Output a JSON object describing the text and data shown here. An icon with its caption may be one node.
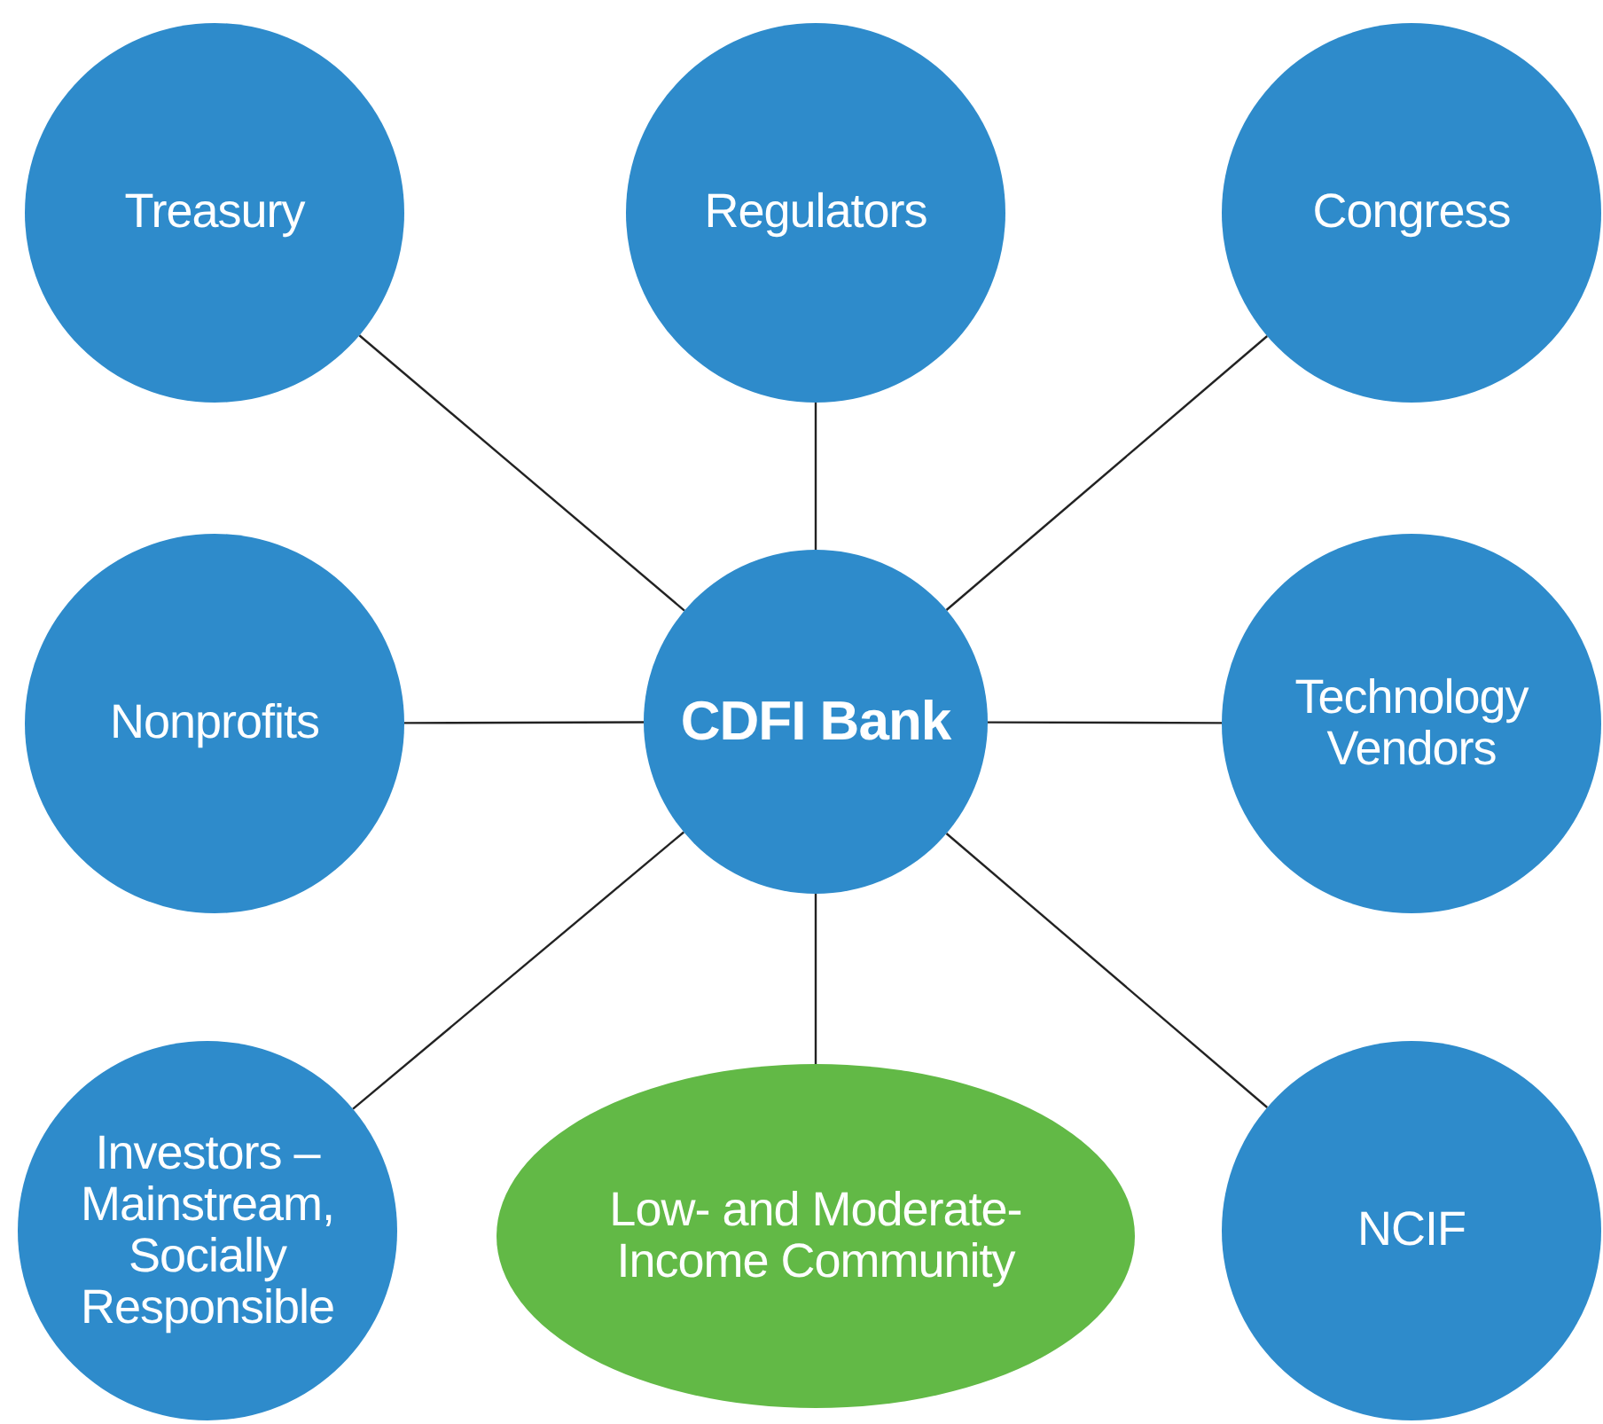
{
  "diagram": {
    "nodes": [
      {
        "text": [
          "Treasury"
        ]
      },
      {
        "text": [
          "Regulators"
        ]
      },
      {
        "text": [
          "Congress"
        ]
      },
      {
        "text": [
          "Nonprofits"
        ]
      },
      {
        "text": [
          "CDFI Bank"
        ]
      },
      {
        "text": [
          "Technology Vendors"
        ]
      },
      {
        "text": [
          "Investors – Mainstream, Socially Responsible"
        ]
      },
      {
        "text": [
          "Low- and Moderate-Income Community"
        ]
      },
      {
        "text": [
          "NCIF"
        ]
      }
    ],
    "edges": [
      {
        "from": 4,
        "to": 0,
        "arrow": "none"
      },
      {
        "from": 4,
        "to": 1,
        "arrow": "none"
      },
      {
        "from": 4,
        "to": 2,
        "arrow": "none"
      },
      {
        "from": 4,
        "to": 3,
        "arrow": "none"
      },
      {
        "from": 4,
        "to": 5,
        "arrow": "none"
      },
      {
        "from": 4,
        "to": 6,
        "arrow": "none"
      },
      {
        "from": 4,
        "to": 7,
        "arrow": "none"
      },
      {
        "from": 4,
        "to": 8,
        "arrow": "none"
      }
    ]
  }
}
